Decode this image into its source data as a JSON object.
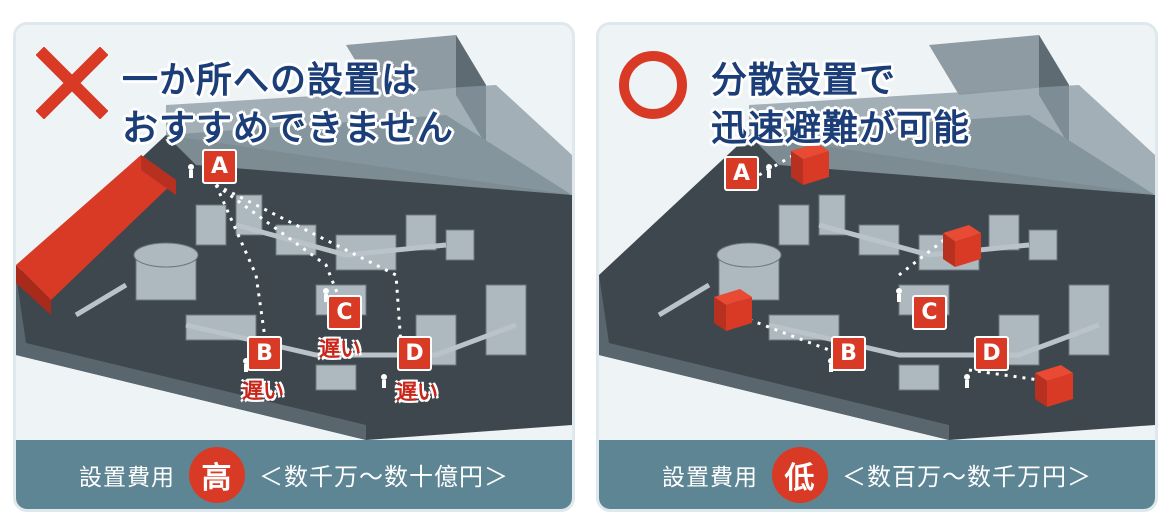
{
  "left": {
    "headline_line1": "一か所への設置は",
    "headline_line2": "おすすめできません",
    "nodes": [
      "A",
      "B",
      "C",
      "D"
    ],
    "slow_label": "遅い",
    "cost_label": "設置費用",
    "cost_level": "高",
    "cost_range": "＜数千万〜数十億円＞",
    "marker_color": "#d93a26"
  },
  "right": {
    "headline_line1": "分散設置で",
    "headline_line2": "迅速避難が可能",
    "nodes": [
      "A",
      "B",
      "C",
      "D"
    ],
    "cost_label": "設置費用",
    "cost_level": "低",
    "cost_range": "＜数百万〜数千万円＞",
    "marker_color": "#d93a26"
  }
}
